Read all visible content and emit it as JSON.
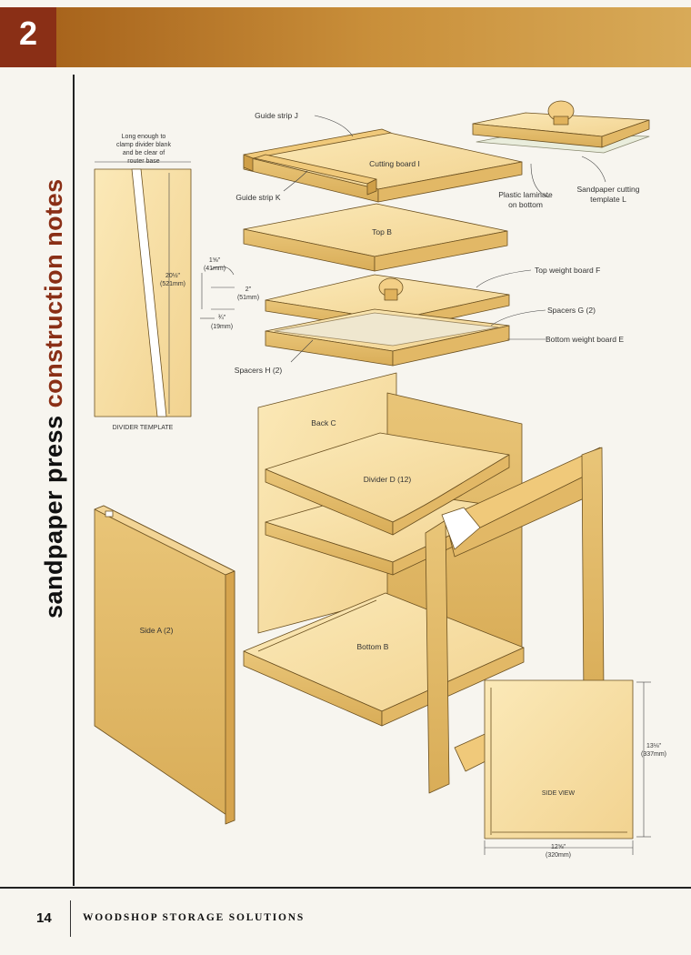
{
  "header": {
    "chapter_number": "2"
  },
  "sidebar": {
    "title_part1": "sandpaper press",
    "title_part2": "construction notes"
  },
  "footer": {
    "page_number": "14",
    "publication": "WOODSHOP STORAGE SOLUTIONS"
  },
  "template": {
    "note_line1": "Long enough to",
    "note_line2": "clamp divider blank",
    "note_line3": "and be clear of",
    "note_line4": "router base",
    "length_in": "20½\"",
    "length_mm": "(521mm)",
    "dim1_in": "1⅝\"",
    "dim1_mm": "(41mm)",
    "dim2_in": "2\"",
    "dim2_mm": "(51mm)",
    "dim3_in": "¾\"",
    "dim3_mm": "(19mm)",
    "caption": "DIVIDER TEMPLATE"
  },
  "parts": {
    "guide_strip_j": "Guide strip J",
    "guide_strip_k": "Guide strip K",
    "cutting_board": "Cutting board I",
    "plastic_laminate_1": "Plastic laminate",
    "plastic_laminate_2": "on bottom",
    "sandpaper_template_1": "Sandpaper cutting",
    "sandpaper_template_2": "template L",
    "top_b": "Top B",
    "top_weight": "Top weight board F",
    "spacers_g": "Spacers G (2)",
    "bottom_weight": "Bottom weight board E",
    "spacers_h": "Spacers H (2)",
    "back_c": "Back C",
    "divider_d": "Divider D (12)",
    "side_a": "Side A (2)",
    "bottom_b": "Bottom B"
  },
  "side_view": {
    "caption": "SIDE VIEW",
    "height_in": "13⅛\"",
    "height_mm": "(337mm)",
    "width_in": "12⅝\"",
    "width_mm": "(320mm)"
  }
}
